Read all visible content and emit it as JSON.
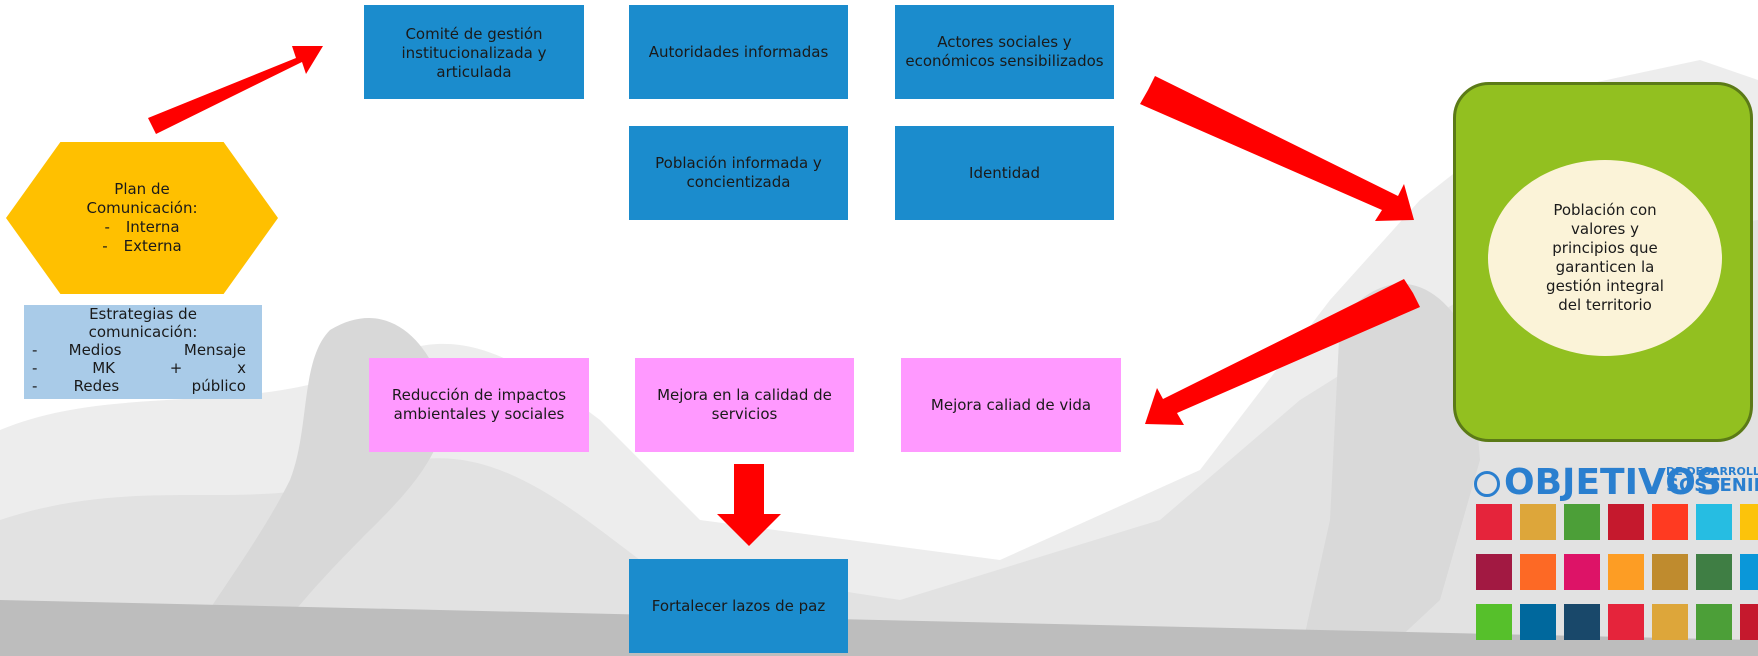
{
  "plan": {
    "title_lines": [
      "Plan de",
      "Comunicación:"
    ],
    "items": [
      "Interna",
      "Externa"
    ],
    "bullet": "-"
  },
  "strategies": {
    "title_lines": [
      "Estrategias de",
      "comunicación:"
    ],
    "rows": [
      [
        "-",
        "Medios",
        "",
        "Mensaje"
      ],
      [
        "-",
        "MK",
        "+",
        "x"
      ],
      [
        "-",
        "Redes",
        "",
        "público"
      ]
    ]
  },
  "boxes": {
    "comite": "Comité de gestión institucionalizada y articulada",
    "autoridades": "Autoridades informadas",
    "actores": "Actores sociales y económicos sensibilizados",
    "poblacion_informada": "Población informada y concientizada",
    "identidad": "Identidad",
    "reduccion": "Reducción de impactos ambientales y sociales",
    "mejora_servicios": "Mejora en la calidad de servicios",
    "mejora_vida": "Mejora caliad de vida",
    "fortalecer": "Fortalecer lazos de paz"
  },
  "result": "Población con valores y principios que garanticen la gestión integral del territorio",
  "sdg_logo": {
    "title": "OBJETIVOS",
    "subtitle_lines": [
      "DE DESARROLLO",
      "SOSTENIBLE"
    ]
  },
  "colors": {
    "blue_box": "#1b8ccd",
    "pink_box": "#ff99ff",
    "hexagon": "#ffc000",
    "strategy_box": "#a9cbe8",
    "result_box": "#92c020",
    "result_circle": "#fbf3d8",
    "arrow": "#ff0000"
  }
}
